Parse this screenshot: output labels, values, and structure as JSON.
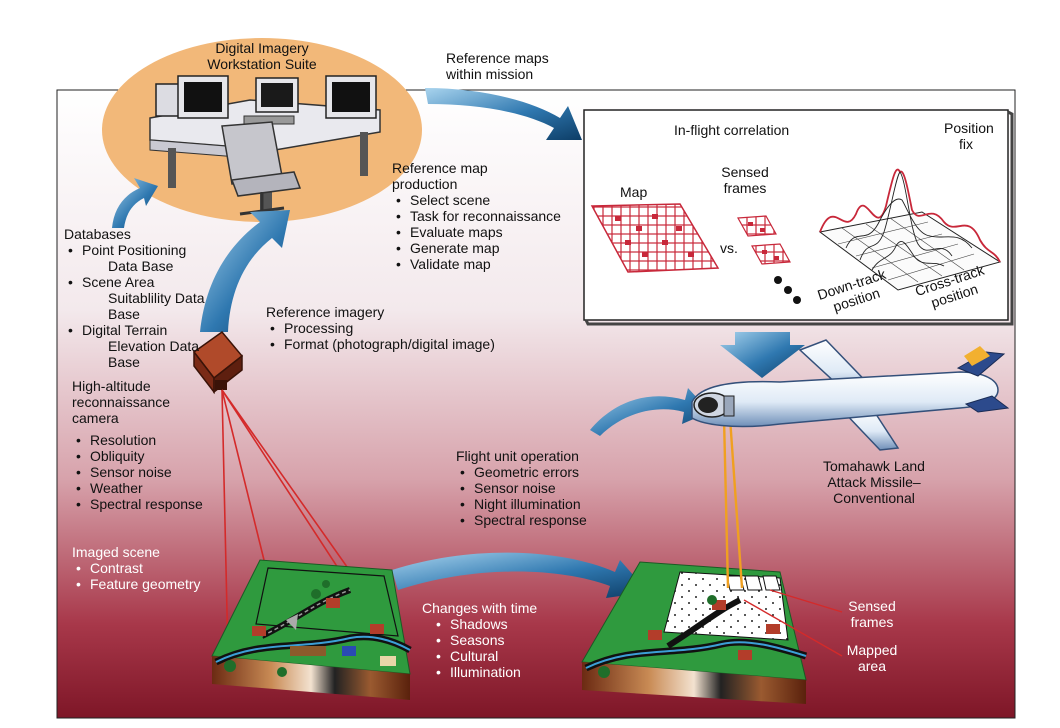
{
  "workstation": {
    "title": "Digital Imagery\nWorkstation Suite"
  },
  "ref_maps_mission": "Reference maps\nwithin mission",
  "correlation": {
    "title": "In-flight correlation",
    "position_fix": "Position\nfix",
    "map_label": "Map",
    "sensed_label": "Sensed\nframes",
    "vs_label": "vs.",
    "down_track": "Down-track\nposition",
    "cross_track": "Cross-track\nposition"
  },
  "map_production": {
    "title": "Reference map\nproduction",
    "items": [
      "Select scene",
      "Task for reconnaissance",
      "Evaluate maps",
      "Generate map",
      "Validate map"
    ]
  },
  "databases": {
    "title": "Databases",
    "items": [
      {
        "line1": "Point Positioning",
        "line2": "Data Base"
      },
      {
        "line1": "Scene Area",
        "line2": "Suitablility Data",
        "line3": "Base"
      },
      {
        "line1": "Digital Terrain",
        "line2": "Elevation Data",
        "line3": "Base"
      }
    ]
  },
  "ref_imagery": {
    "title": "Reference imagery",
    "items": [
      "Processing",
      "Format (photograph/digital image)"
    ]
  },
  "camera": {
    "title": "High-altitude\nreconnaissance\ncamera",
    "items": [
      "Resolution",
      "Obliquity",
      "Sensor noise",
      "Weather",
      "Spectral response"
    ]
  },
  "flight_unit": {
    "title": "Flight unit operation",
    "items": [
      "Geometric errors",
      "Sensor noise",
      "Night illumination",
      "Spectral response"
    ]
  },
  "missile": {
    "name": "Tomahawk Land\nAttack Missile–\nConventional"
  },
  "imaged_scene": {
    "title": "Imaged scene",
    "items": [
      "Contrast",
      "Feature geometry"
    ]
  },
  "changes": {
    "title": "Changes with time",
    "items": [
      "Shadows",
      "Seasons",
      "Cultural",
      "Illumination"
    ]
  },
  "sensed_frames": "Sensed\nframes",
  "mapped_area": "Mapped\narea",
  "colors": {
    "gradient_top": "#f6f1f3",
    "gradient_bottom": "#8a1e2e",
    "ellipse": "#f2b879",
    "arrow_blue": "#1b5c8c",
    "terrain_green": "#2e8b3a",
    "grid_red": "#c8283a"
  }
}
